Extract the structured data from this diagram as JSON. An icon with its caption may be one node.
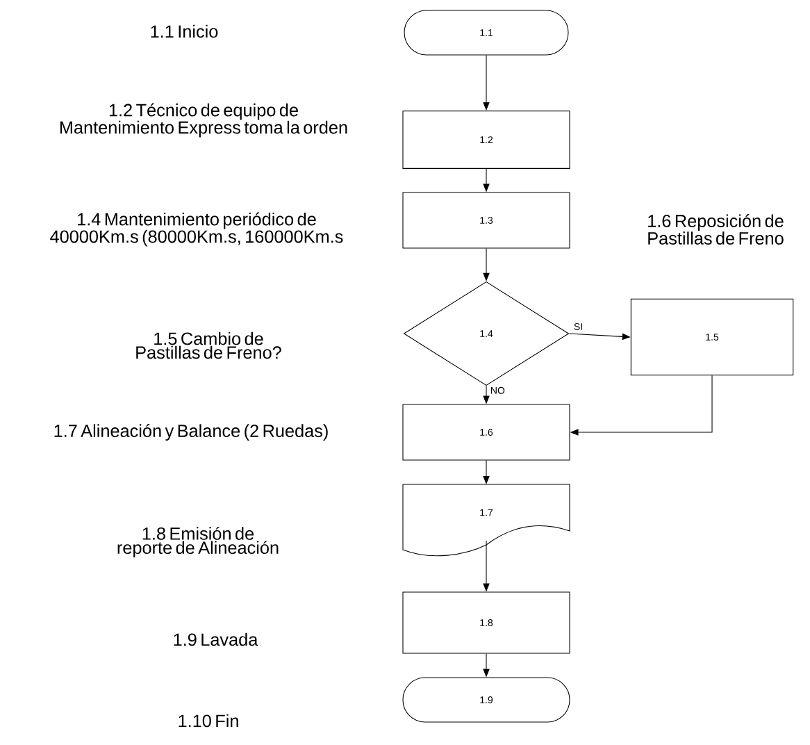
{
  "diagram": {
    "nodes": [
      {
        "text": [
          "1.1"
        ]
      },
      {
        "text": [
          "1.2"
        ]
      },
      {
        "text": [
          "1.3"
        ]
      },
      {
        "text": [
          "1.4"
        ]
      },
      {
        "text": [
          "1.5"
        ]
      },
      {
        "text": [
          "1.6"
        ]
      },
      {
        "text": [
          "1.7"
        ]
      },
      {
        "text": [
          "1.8"
        ]
      },
      {
        "text": [
          "1.9"
        ]
      }
    ],
    "edges": [
      {
        "from": 0,
        "to": 1,
        "arrow": "to"
      },
      {
        "from": 1,
        "to": 2,
        "arrow": "to"
      },
      {
        "from": 2,
        "to": 3,
        "arrow": "to"
      },
      {
        "from": 3,
        "to": 4,
        "arrow": "to",
        "label": "SI"
      },
      {
        "from": 3,
        "to": 5,
        "arrow": "to",
        "label": "NO"
      },
      {
        "from": 4,
        "to": 5,
        "arrow": "to"
      },
      {
        "from": 5,
        "to": 6,
        "arrow": "to"
      },
      {
        "from": 6,
        "to": 7,
        "arrow": "to"
      },
      {
        "from": 7,
        "to": 8,
        "arrow": "to"
      }
    ],
    "labels": [
      "1.1 Inicio",
      "1.2 Técnico de equipo de Mantenimiento Express toma la orden",
      "1.4 Mantenimiento periódico de 40000Km.s (80000Km.s, 160000Km.s",
      "1.6 Reposición de Pastillas de Freno",
      "1.5 Cambio de Pastillas de Freno?",
      "1.7 Alineación y Balance (2 Ruedas)",
      "1.8 Emisión de reporte de Alineación",
      "1.9 Lavada",
      "1.10 Fin"
    ]
  }
}
